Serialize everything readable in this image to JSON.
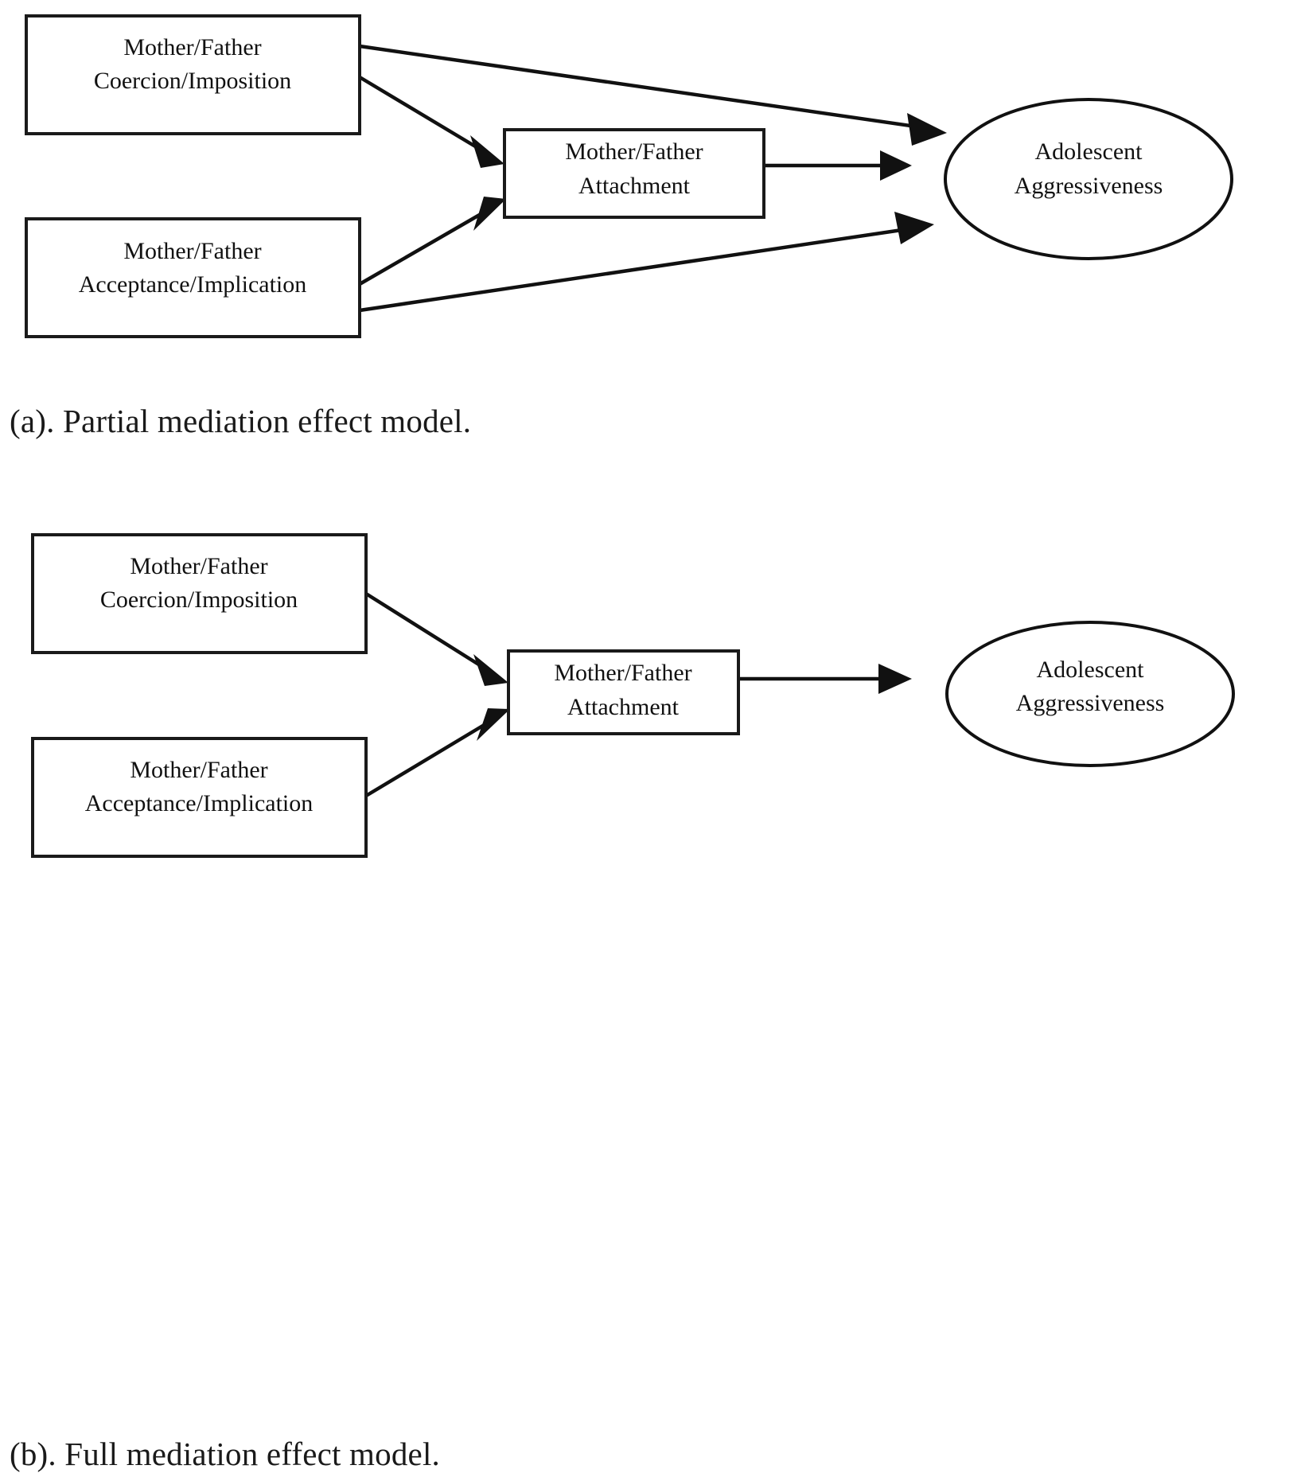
{
  "figure": {
    "type": "path-diagram",
    "panels": [
      {
        "id": "a",
        "caption": "(a). Partial mediation effect model.",
        "model_name": "Partial mediation effect model",
        "nodes": [
          {
            "id": "coercion",
            "shape": "rectangle",
            "role": "predictor",
            "line1": "Mother/Father",
            "line2": "Coercion/Imposition"
          },
          {
            "id": "acceptance",
            "shape": "rectangle",
            "role": "predictor",
            "line1": "Mother/Father",
            "line2": "Acceptance/Implication"
          },
          {
            "id": "attachment",
            "shape": "rectangle",
            "role": "mediator",
            "line1": "Mother/Father",
            "line2": "Attachment"
          },
          {
            "id": "aggressiveness",
            "shape": "ellipse",
            "role": "outcome",
            "line1": "Adolescent",
            "line2": "Aggressiveness"
          }
        ],
        "edges": [
          {
            "from": "coercion",
            "to": "aggressiveness",
            "style": "direct"
          },
          {
            "from": "coercion",
            "to": "attachment",
            "style": "direct"
          },
          {
            "from": "acceptance",
            "to": "attachment",
            "style": "direct"
          },
          {
            "from": "acceptance",
            "to": "aggressiveness",
            "style": "direct"
          },
          {
            "from": "attachment",
            "to": "aggressiveness",
            "style": "direct"
          }
        ]
      },
      {
        "id": "b",
        "caption": "(b). Full mediation effect model.",
        "model_name": "Full mediation effect model",
        "nodes": [
          {
            "id": "coercion",
            "shape": "rectangle",
            "role": "predictor",
            "line1": "Mother/Father",
            "line2": "Coercion/Imposition"
          },
          {
            "id": "acceptance",
            "shape": "rectangle",
            "role": "predictor",
            "line1": "Mother/Father",
            "line2": "Acceptance/Implication"
          },
          {
            "id": "attachment",
            "shape": "rectangle",
            "role": "mediator",
            "line1": "Mother/Father",
            "line2": "Attachment"
          },
          {
            "id": "aggressiveness",
            "shape": "ellipse",
            "role": "outcome",
            "line1": "Adolescent",
            "line2": "Aggressiveness"
          }
        ],
        "edges": [
          {
            "from": "coercion",
            "to": "attachment",
            "style": "direct"
          },
          {
            "from": "acceptance",
            "to": "attachment",
            "style": "direct"
          },
          {
            "from": "attachment",
            "to": "aggressiveness",
            "style": "direct"
          }
        ]
      }
    ],
    "colors": {
      "stroke": "#111111",
      "fill": "#ffffff",
      "text": "#111111",
      "background": "#ffffff"
    }
  }
}
